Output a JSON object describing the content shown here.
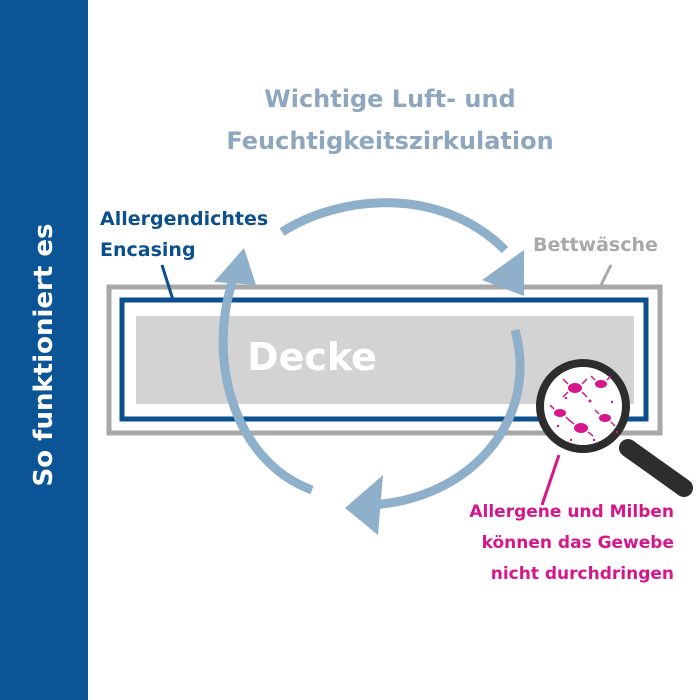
{
  "sidebar": {
    "text": "So funktioniert es"
  },
  "title": {
    "line1": "Wichtige Luft- und",
    "line2": "Feuchtigkeitszirkulation"
  },
  "labels": {
    "encasing": {
      "line1": "Allergendichtes",
      "line2": "Encasing"
    },
    "bettwaesche": "Bettwäsche",
    "decke": "Decke",
    "allergens": {
      "line1": "Allergene und Milben",
      "line2": "können das Gewebe",
      "line3": "nicht durchdringen"
    }
  },
  "icons": [
    "circular-arrows-icon",
    "magnifier-icon",
    "mite-icon"
  ],
  "colors": {
    "sidebar": "#0b5596",
    "encasing_border": "#0b4f8d",
    "bettwaesche_border": "#a8a8a8",
    "decke_fill": "#d3d3d3",
    "arrow": "#8fb0cb",
    "title": "#8ea7be",
    "allergen_accent": "#d6168b"
  }
}
